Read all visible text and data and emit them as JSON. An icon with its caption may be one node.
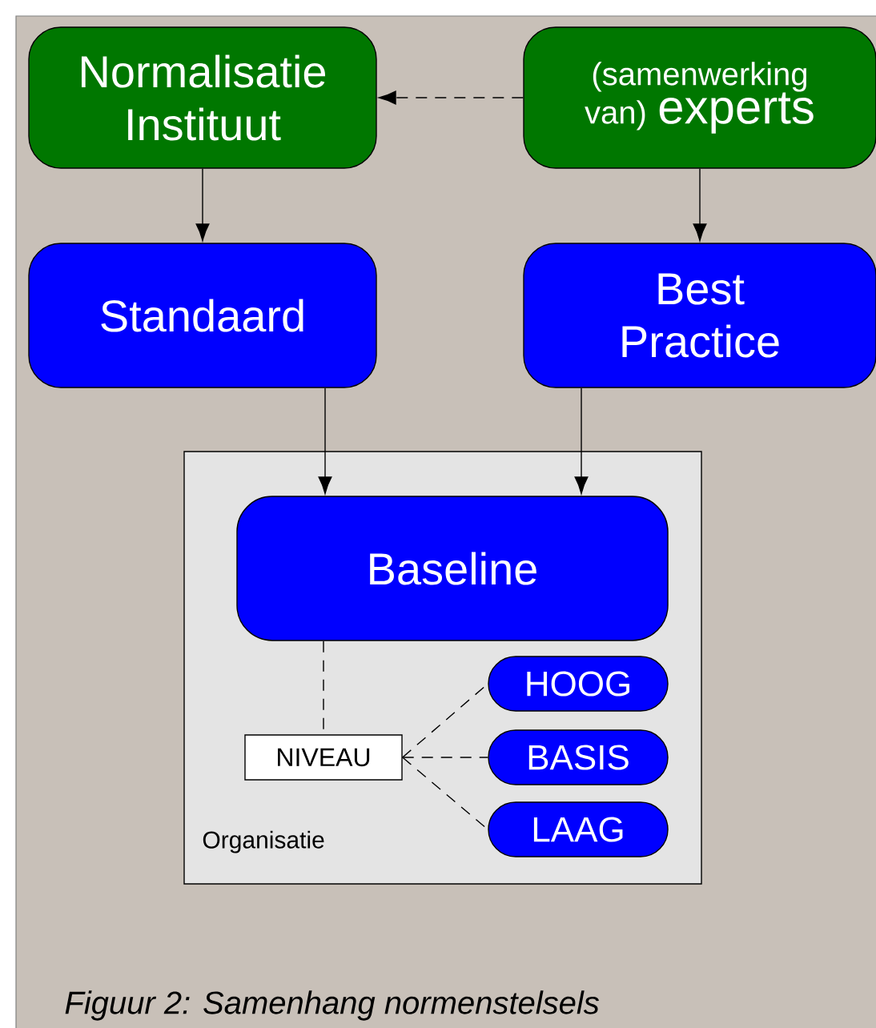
{
  "diagram": {
    "caption": "Figuur 2: Samenhang normenstelsels",
    "nodes": [
      {
        "text": [
          "Normalisatie Instituut"
        ]
      },
      {
        "text": [
          "(samenwerking van)",
          "experts"
        ]
      },
      {
        "text": [
          "Standaard"
        ]
      },
      {
        "text": [
          "Best Practice"
        ]
      },
      {
        "text": [
          "Organisatie"
        ]
      },
      {
        "text": [
          "Baseline"
        ],
        "in": 4
      },
      {
        "text": [
          "NIVEAU"
        ],
        "in": 4
      },
      {
        "text": [
          "HOOG"
        ],
        "in": 4
      },
      {
        "text": [
          "BASIS"
        ],
        "in": 4
      },
      {
        "text": [
          "LAAG"
        ],
        "in": 4
      }
    ],
    "edges": [
      {
        "from": 1,
        "to": 0,
        "arrow": "to",
        "style": "dashed"
      },
      {
        "from": 0,
        "to": 2,
        "arrow": "to"
      },
      {
        "from": 1,
        "to": 3,
        "arrow": "to"
      },
      {
        "from": 2,
        "to": 5,
        "arrow": "to"
      },
      {
        "from": 3,
        "to": 5,
        "arrow": "to"
      },
      {
        "from": 5,
        "to": 6,
        "arrow": "none",
        "style": "dashed"
      },
      {
        "from": 6,
        "to": 7,
        "arrow": "none",
        "style": "dashed"
      },
      {
        "from": 6,
        "to": 8,
        "arrow": "none",
        "style": "dashed"
      },
      {
        "from": 6,
        "to": 9,
        "arrow": "none",
        "style": "dashed"
      }
    ]
  }
}
